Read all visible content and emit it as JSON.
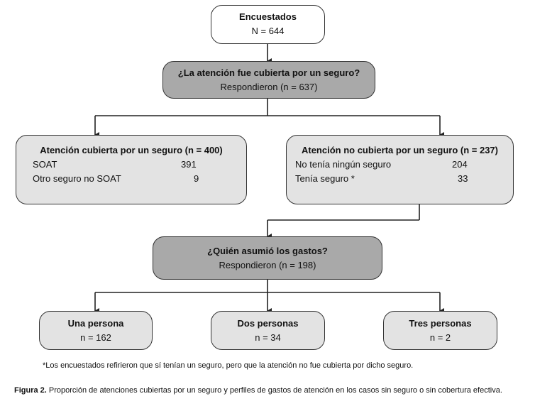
{
  "root": {
    "title": "Encuestados",
    "n": "N = 644"
  },
  "q1": {
    "title": "¿La atención fue cubierta por un seguro?",
    "sub": "Respondieron (n = 637)"
  },
  "covered": {
    "title": "Atención cubierta por un seguro (n = 400)",
    "rows": [
      {
        "label": "SOAT",
        "value": "391"
      },
      {
        "label": "Otro seguro no SOAT",
        "value": "9"
      }
    ]
  },
  "not_covered": {
    "title": "Atención no cubierta por un seguro (n = 237)",
    "rows": [
      {
        "label": "No tenía ningún seguro",
        "value": "204"
      },
      {
        "label": "Tenía seguro *",
        "value": "33"
      }
    ]
  },
  "q2": {
    "title": "¿Quién asumió los gastos?",
    "sub": "Respondieron (n = 198)"
  },
  "payers": [
    {
      "title": "Una persona",
      "n": "n = 162"
    },
    {
      "title": "Dos personas",
      "n": "n = 34"
    },
    {
      "title": "Tres personas",
      "n": "n = 2"
    }
  ],
  "footnote": "*Los encuestados refirieron que sí tenían un seguro, pero que la atención no fue cubierta por dicho seguro.",
  "caption": {
    "label": "Figura 2.",
    "text": "Proporción de atenciones cubiertas por un seguro y perfiles de gastos de atención en los casos sin seguro o sin cobertura efectiva."
  }
}
